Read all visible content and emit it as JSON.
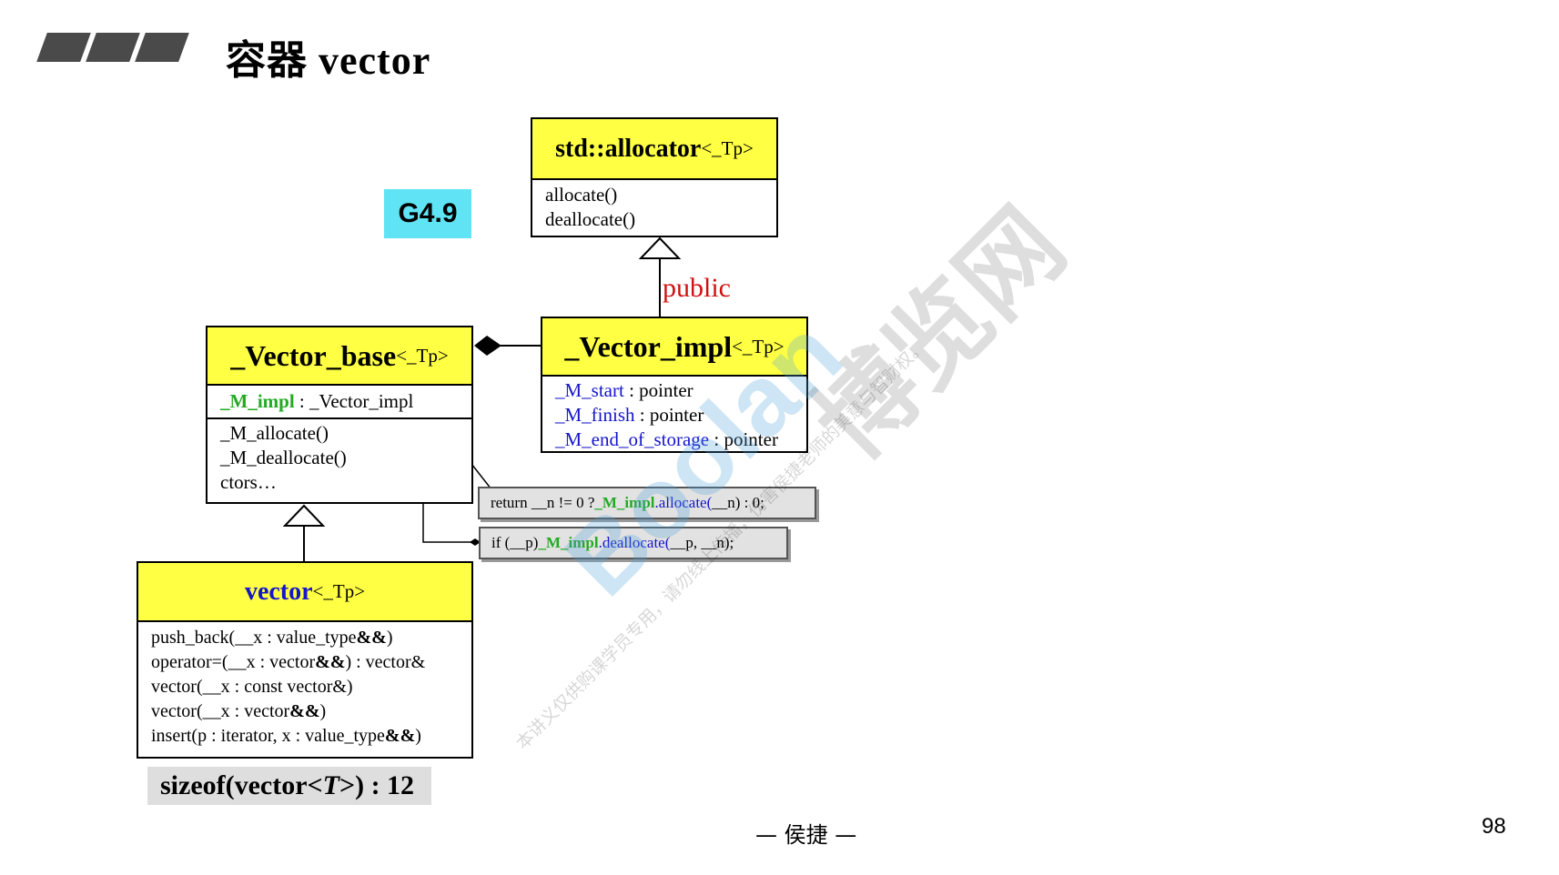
{
  "header": {
    "title": "容器 vector"
  },
  "badge": {
    "label": "G4.9"
  },
  "allocator": {
    "name": "std::allocator",
    "tparam": "<_Tp>",
    "methods": [
      "allocate()",
      "deallocate()"
    ]
  },
  "inheritance": {
    "label": "public"
  },
  "vector_impl": {
    "name": "_Vector_impl",
    "tparam": "<_Tp>",
    "members": [
      {
        "name": "_M_start",
        "type": " : pointer"
      },
      {
        "name": "_M_finish",
        "type": " : pointer"
      },
      {
        "name": "_M_end_of_storage",
        "type": " : pointer"
      }
    ]
  },
  "vector_base": {
    "name": "_Vector_base",
    "tparam": "<_Tp>",
    "member_name": "_M_impl",
    "member_type": " : _Vector_impl",
    "methods": [
      "_M_allocate()",
      "_M_deallocate()",
      "ctors…"
    ]
  },
  "code": {
    "allocate": {
      "pre": "return __n != 0 ? ",
      "impl": "_M_impl",
      "call": ".allocate(",
      "post": "__n) : 0;"
    },
    "deallocate": {
      "pre": "if (__p) ",
      "impl": "_M_impl",
      "call": ".deallocate(",
      "post": "__p, __n);"
    }
  },
  "vector": {
    "name": "vector",
    "tparam": "<_Tp>",
    "methods": [
      {
        "text": "push_back(__x : value_type",
        "bold": "&&",
        "tail": ")"
      },
      {
        "text": "operator=(__x : vector",
        "bold": "&&",
        "tail": ") : vector&"
      },
      {
        "text": "vector(__x : const vector&)",
        "bold": "",
        "tail": ""
      },
      {
        "text": "vector(__x : vector",
        "bold": "&&",
        "tail": ")"
      },
      {
        "text": "insert(p : iterator, x : value_type",
        "bold": "&&",
        "tail": ")"
      }
    ]
  },
  "sizeof": {
    "pre": "sizeof(vector<",
    "italic": "T",
    "post": ">) : 12"
  },
  "footer": {
    "text": "— 侯捷 —",
    "page": "98"
  },
  "watermark": {
    "brand": "博览网",
    "logo": "Boolan",
    "notice": "本讲义仅供购课学员专用，请勿线上传播，伤害侯捷老师的美意与智财权。"
  },
  "colors": {
    "class_header": "#ffff44",
    "badge": "#5fe3f5",
    "public": "#d01010",
    "member_green": "#22aa22",
    "member_blue": "#1515cc"
  }
}
